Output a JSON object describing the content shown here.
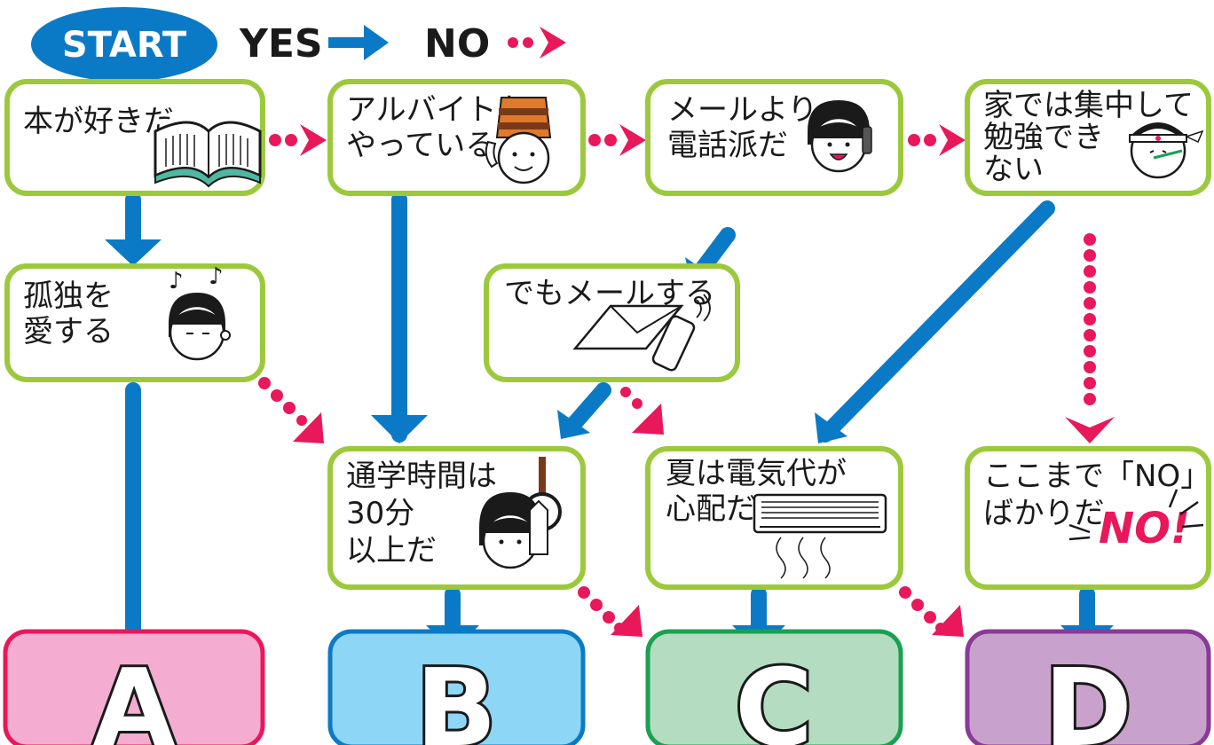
{
  "header": {
    "start_label": "START",
    "yes_label": "YES",
    "no_label": "NO"
  },
  "colors": {
    "box_border": "#9cc93c",
    "yes_arrow": "#0b7ac6",
    "no_arrow": "#e8185a",
    "start_bubble": "#0b7ac6",
    "result_a": "#f4acd0",
    "result_b": "#8ed6f5",
    "result_c": "#b4dcc0",
    "result_d": "#c8a2cc"
  },
  "questions": {
    "q1": {
      "lines": [
        "本が好きだ"
      ],
      "illustration": "book-illustration"
    },
    "q2": {
      "lines": [
        "アルバイトを",
        "やっている"
      ],
      "illustration": "waiter-illustration"
    },
    "q3": {
      "lines": [
        "メールより",
        "電話派だ"
      ],
      "illustration": "phone-person-illustration"
    },
    "q4": {
      "lines": [
        "家では集中して",
        "勉強でき",
        "ない"
      ],
      "illustration": "headband-student-illustration"
    },
    "q5": {
      "lines": [
        "孤独を",
        "愛する"
      ],
      "illustration": "music-listener-illustration"
    },
    "q6": {
      "lines": [
        "でもメールする"
      ],
      "illustration": "envelope-mobile-illustration"
    },
    "q7": {
      "lines": [
        "通学時間は",
        "30分",
        "以上だ"
      ],
      "illustration": "train-strap-illustration"
    },
    "q8": {
      "lines": [
        "夏は電気代が",
        "心配だ"
      ],
      "illustration": "air-conditioner-illustration"
    },
    "q9": {
      "lines": [
        "ここまで「NO」",
        "ばかりだ"
      ],
      "illustration": "no-mark-illustration",
      "mark": "NO!"
    }
  },
  "results": [
    {
      "label": "A",
      "color": "#f4acd0",
      "border": "#e8185a"
    },
    {
      "label": "B",
      "color": "#8ed6f5",
      "border": "#0b7ac6"
    },
    {
      "label": "C",
      "color": "#b4dcc0",
      "border": "#1aa050"
    },
    {
      "label": "D",
      "color": "#c8a2cc",
      "border": "#8a3a98"
    }
  ]
}
